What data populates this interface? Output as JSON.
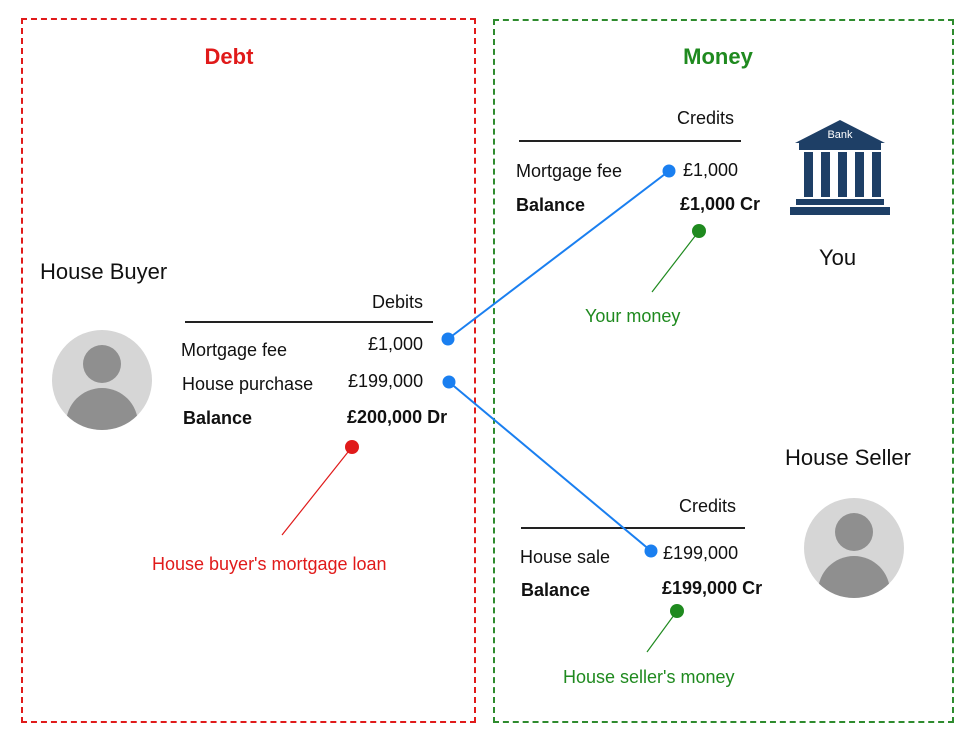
{
  "colors": {
    "debt": "#e01a1a",
    "money": "#1f8a1f",
    "link": "#1a7ff0",
    "bank": "#1e3f66"
  },
  "debt_panel": {
    "title": "Debt",
    "party": "House Buyer",
    "column_header": "Debits",
    "rows": [
      {
        "label": "Mortgage fee",
        "value": "£1,000"
      },
      {
        "label": "House purchase",
        "value": "£199,000"
      }
    ],
    "balance_label": "Balance",
    "balance_value": "£200,000 Dr",
    "callout": "House buyer's mortgage loan"
  },
  "money_panel": {
    "title": "Money",
    "bank": {
      "party": "You",
      "icon": "bank-icon",
      "icon_text": "Bank",
      "column_header": "Credits",
      "row": {
        "label": "Mortgage fee",
        "value": "£1,000"
      },
      "balance_label": "Balance",
      "balance_value": "£1,000 Cr",
      "callout": "Your money"
    },
    "seller": {
      "party": "House Seller",
      "column_header": "Credits",
      "row": {
        "label": "House sale",
        "value": "£199,000"
      },
      "balance_label": "Balance",
      "balance_value": "£199,000 Cr",
      "callout": "House seller's money"
    }
  }
}
